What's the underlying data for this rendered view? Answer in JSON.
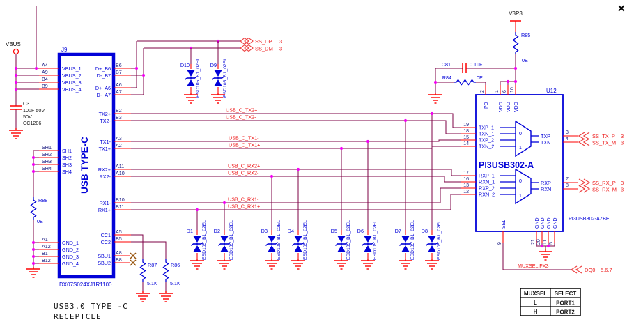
{
  "window": {
    "close": "✕"
  },
  "power": {
    "vbus": "VBUS",
    "v3p3": "V3P3"
  },
  "components": {
    "c3": {
      "ref": "C3",
      "value": "10uF 50V",
      "voltage": "50V",
      "package": "CC1206"
    },
    "c81": {
      "ref": "C81",
      "value": "0.1uF"
    },
    "r84": {
      "ref": "R84",
      "value": "0E"
    },
    "r85": {
      "ref": "R85",
      "value": "0E"
    },
    "r86": {
      "ref": "R86",
      "value": "5.1K"
    },
    "r87": {
      "ref": "R87",
      "value": "5.1K"
    },
    "r88": {
      "ref": "R88",
      "value": "0E"
    }
  },
  "connector": {
    "ref": "J9",
    "vertical_name": "USB TYPE-C",
    "part_number": "DX07S024XJ1R1100",
    "caption_line1": "USB3.0 TYPE -C",
    "caption_line2": "RECEPTCLE",
    "vbus_pins": [
      {
        "pin": "A4",
        "name": "VBUS_1"
      },
      {
        "pin": "A9",
        "name": "VBUS_2"
      },
      {
        "pin": "B4",
        "name": "VBUS_3"
      },
      {
        "pin": "B9",
        "name": "VBUS_4"
      }
    ],
    "shield_pins": [
      {
        "pin": "SH1",
        "name": "SH1"
      },
      {
        "pin": "SH2",
        "name": "SH2"
      },
      {
        "pin": "SH3",
        "name": "SH3"
      },
      {
        "pin": "SH4",
        "name": "SH4"
      }
    ],
    "ground_pins": [
      {
        "pin": "A1",
        "name": "GND_1"
      },
      {
        "pin": "A12",
        "name": "GND_2"
      },
      {
        "pin": "B1",
        "name": "GND_3"
      },
      {
        "pin": "B12",
        "name": "GND_4"
      }
    ],
    "right_pins": [
      {
        "pin": "B6",
        "name": "D+_B6"
      },
      {
        "pin": "B7",
        "name": "D-_B7"
      },
      {
        "pin": "A6",
        "name": "D+_A6"
      },
      {
        "pin": "A7",
        "name": "D-_A7"
      },
      {
        "pin": "B2",
        "name": "TX2+"
      },
      {
        "pin": "B3",
        "name": "TX2-"
      },
      {
        "pin": "A3",
        "name": "TX1-"
      },
      {
        "pin": "A2",
        "name": "TX1+"
      },
      {
        "pin": "A11",
        "name": "RX2+"
      },
      {
        "pin": "A10",
        "name": "RX2-"
      },
      {
        "pin": "B10",
        "name": "RX1-"
      },
      {
        "pin": "B11",
        "name": "RX1+"
      },
      {
        "pin": "A5",
        "name": "CC1"
      },
      {
        "pin": "B5",
        "name": "CC2"
      },
      {
        "pin": "A8",
        "name": "SBU1"
      },
      {
        "pin": "B8",
        "name": "SBU2"
      }
    ]
  },
  "esd": {
    "part": "ESD105_B1_02EL",
    "refs": {
      "d1": "D1",
      "d2": "D2",
      "d3": "D3",
      "d4": "D4",
      "d5": "D5",
      "d6": "D6",
      "d7": "D7",
      "d8": "D8",
      "d9": "D9",
      "d10": "D10"
    }
  },
  "nets": {
    "ss_dp": {
      "label": "SS_DP",
      "page": "3"
    },
    "ss_dm": {
      "label": "SS_DM",
      "page": "3"
    },
    "usb_c_tx2_p": "USB_C_TX2+",
    "usb_c_tx2_m": "USB_C_TX2-",
    "usb_c_tx1_m": "USB_C_TX1-",
    "usb_c_tx1_p": "USB_C_TX1+",
    "usb_c_rx2_p": "USB_C_RX2+",
    "usb_c_rx2_m": "USB_C_RX2-",
    "usb_c_rx1_m": "USB_C_RX1-",
    "usb_c_rx1_p": "USB_C_RX1+",
    "ss_tx_p": {
      "label": "SS_TX_P",
      "page": "3"
    },
    "ss_tx_m": {
      "label": "SS_TX_M",
      "page": "3"
    },
    "ss_rx_p": {
      "label": "SS_RX_P",
      "page": "3"
    },
    "ss_rx_m": {
      "label": "SS_RX_M",
      "page": "3"
    },
    "muxsel": {
      "label": "MUXSEL FX3"
    },
    "dq0": {
      "label": "DQ0",
      "pages": "5,6,7"
    }
  },
  "mux": {
    "ref": "U12",
    "title": "PI3USB302-A",
    "part": "PI3USB302-AZBE",
    "in0": "0",
    "in1": "1",
    "top_pins": [
      {
        "num": "2",
        "name": "PD"
      },
      {
        "num": "1",
        "name": "VDD"
      },
      {
        "num": "6",
        "name": "VDD"
      },
      {
        "num": "10",
        "name": "VDD"
      }
    ],
    "left_pins": [
      {
        "num": "19",
        "name": "TXP_1"
      },
      {
        "num": "18",
        "name": "TXN_1"
      },
      {
        "num": "15",
        "name": "TXP_2"
      },
      {
        "num": "14",
        "name": "TXN_2"
      },
      {
        "num": "17",
        "name": "RXP_1"
      },
      {
        "num": "16",
        "name": "RXN_1"
      },
      {
        "num": "13",
        "name": "RXP_2"
      },
      {
        "num": "12",
        "name": "RXN_2"
      }
    ],
    "right_pins": [
      {
        "num": "3",
        "name": "TXP"
      },
      {
        "num": "4",
        "name": "TXN"
      },
      {
        "num": "7",
        "name": "RXP"
      },
      {
        "num": "8",
        "name": "RXN"
      }
    ],
    "bottom_pins": [
      {
        "num": "9",
        "name": "SEL"
      },
      {
        "num": "21",
        "name": "GND"
      },
      {
        "num": "20",
        "name": "GND"
      },
      {
        "num": "11",
        "name": "GND"
      },
      {
        "num": "5",
        "name": "GND"
      }
    ]
  },
  "table": {
    "headers": [
      "MUXSEL",
      "SELECT"
    ],
    "rows": [
      [
        "L",
        "PORT1"
      ],
      [
        "H",
        "PORT2"
      ]
    ]
  }
}
